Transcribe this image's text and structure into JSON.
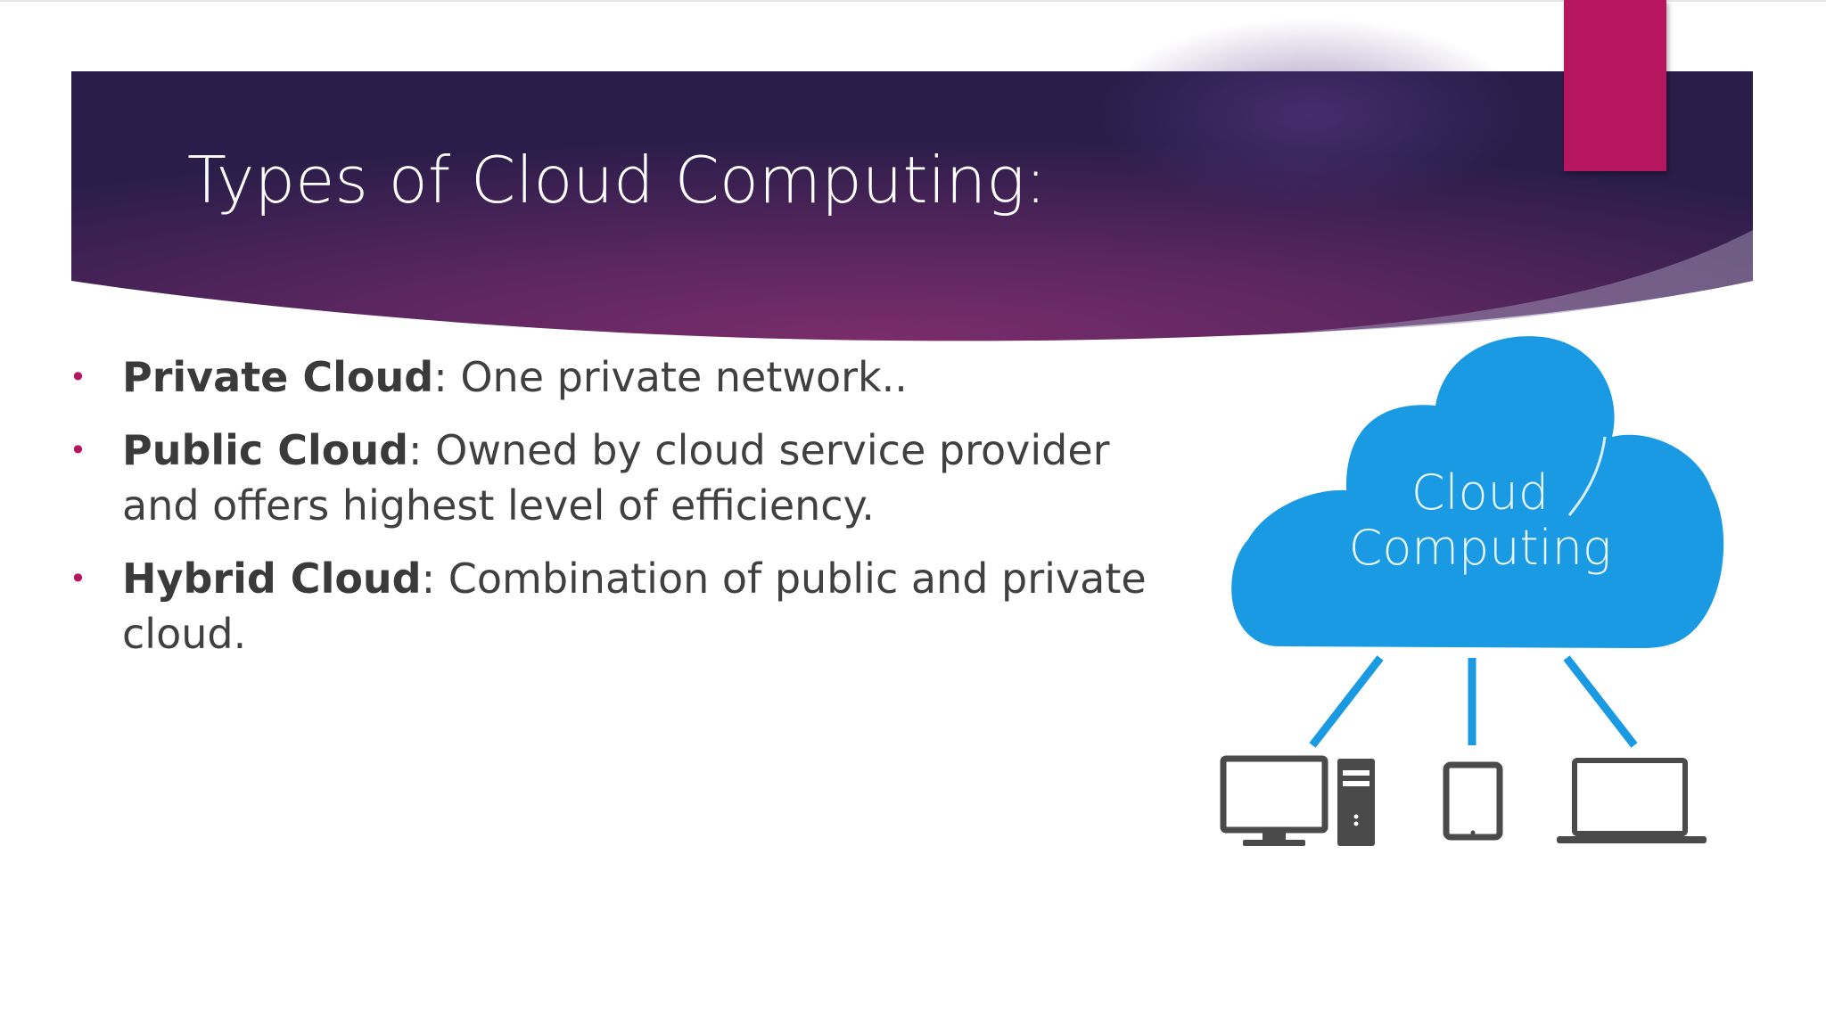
{
  "slide": {
    "title": "Types of Cloud Computing:",
    "bullets": [
      {
        "term": "Private Cloud",
        "separator": ": ",
        "text": "One private network.."
      },
      {
        "term": "Public Cloud",
        "separator": ": ",
        "text": "Owned by cloud service provider and offers highest level of efficiency."
      },
      {
        "term": "Hybrid Cloud",
        "separator": ": ",
        "text": "Combination of public and private cloud."
      }
    ],
    "illustration": {
      "cloud_line1": "Cloud",
      "cloud_line2": "Computing",
      "devices": [
        "desktop-icon",
        "tower-icon",
        "tablet-icon",
        "laptop-icon"
      ]
    },
    "colors": {
      "banner_dark": "#2e1f4d",
      "banner_mid": "#6b2a63",
      "accent": "#b5165e",
      "cloud": "#1b9ae4",
      "bullet_text": "#404040",
      "device": "#4a4a4a"
    }
  }
}
